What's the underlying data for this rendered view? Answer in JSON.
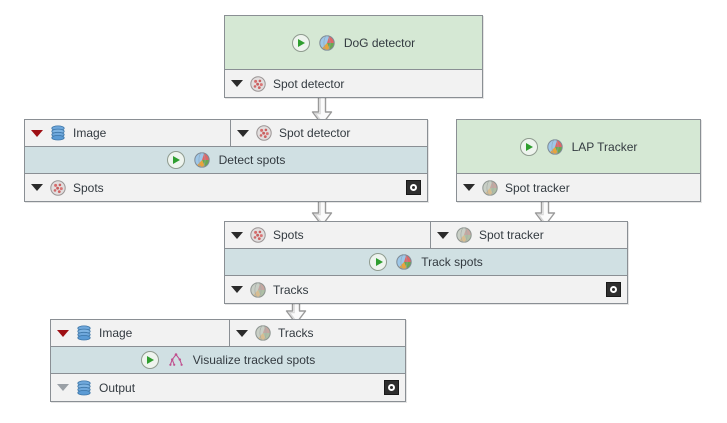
{
  "canvas": {
    "background": "#ffffff",
    "node_border": "#8a8f94",
    "node_background": "#f2f2f2",
    "algo_panel_color": "#d5e8d4",
    "action_row_color": "#d0e0e3",
    "text_color": "#333a40",
    "play_color": "#2f9e2f",
    "chevron_red": "#9e0f14",
    "chevron_dark": "#2b2b2b",
    "chevron_gray": "#9aa0a6"
  },
  "nodes": [
    {
      "id": "dog-detector",
      "algo": {
        "label": "DoG detector",
        "icon": "globe-icon",
        "run_icon": "play-icon"
      },
      "output": {
        "label": "Spot detector",
        "icon": "spots-icon",
        "chevron": "dark"
      }
    },
    {
      "id": "detect-spots",
      "inputs": [
        {
          "label": "Image",
          "icon": "image-stack-icon",
          "chevron": "red"
        },
        {
          "label": "Spot detector",
          "icon": "spots-icon",
          "chevron": "dark"
        }
      ],
      "action": {
        "label": "Detect spots",
        "icon": "globe-icon",
        "run_icon": "play-icon"
      },
      "output": {
        "label": "Spots",
        "icon": "spots-icon",
        "chevron": "dark",
        "button": "view-output-button"
      }
    },
    {
      "id": "lap-tracker",
      "algo": {
        "label": "LAP Tracker",
        "icon": "globe-icon",
        "run_icon": "play-icon"
      },
      "output": {
        "label": "Spot tracker",
        "icon": "globe-muted-icon",
        "chevron": "dark"
      }
    },
    {
      "id": "track-spots",
      "inputs": [
        {
          "label": "Spots",
          "icon": "spots-icon",
          "chevron": "dark"
        },
        {
          "label": "Spot tracker",
          "icon": "globe-muted-icon",
          "chevron": "dark"
        }
      ],
      "action": {
        "label": "Track spots",
        "icon": "globe-icon",
        "run_icon": "play-icon"
      },
      "output": {
        "label": "Tracks",
        "icon": "globe-muted-icon",
        "chevron": "dark",
        "button": "view-output-button"
      }
    },
    {
      "id": "visualize-tracked-spots",
      "inputs": [
        {
          "label": "Image",
          "icon": "image-stack-icon",
          "chevron": "red"
        },
        {
          "label": "Tracks",
          "icon": "globe-muted-icon",
          "chevron": "dark"
        }
      ],
      "action": {
        "label": "Visualize tracked spots",
        "icon": "track-tree-icon",
        "run_icon": "play-icon"
      },
      "output": {
        "label": "Output",
        "icon": "image-stack-icon",
        "chevron": "gray",
        "button": "view-output-button"
      }
    }
  ],
  "connections": [
    {
      "from": "dog-detector",
      "to": "detect-spots",
      "name": "connector-detector-to-detect"
    },
    {
      "from": "detect-spots",
      "to": "track-spots",
      "name": "connector-spots-to-track"
    },
    {
      "from": "lap-tracker",
      "to": "track-spots",
      "name": "connector-tracker-to-track"
    },
    {
      "from": "track-spots",
      "to": "visualize",
      "name": "connector-tracks-to-visualize"
    }
  ]
}
